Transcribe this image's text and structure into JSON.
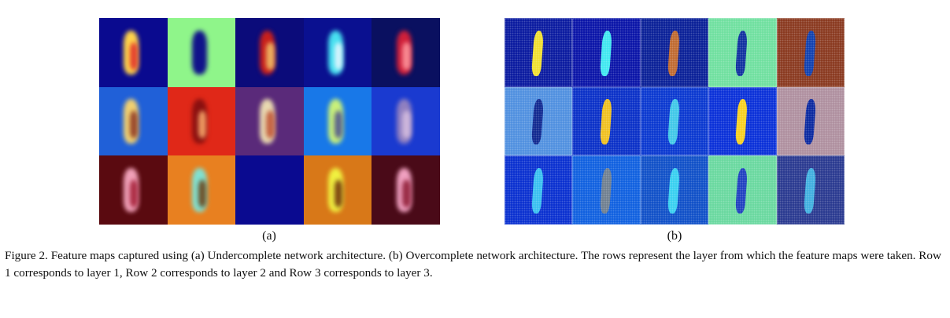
{
  "figure": {
    "panel_a": {
      "label": "(a)",
      "tiles": [
        {
          "bg": "#0a0a8f",
          "fg": [
            "#ffd34a",
            "#e0282a"
          ],
          "style": "blur"
        },
        {
          "bg": "#8ff58a",
          "fg": [
            "#10128a"
          ],
          "style": "blur"
        },
        {
          "bg": "#0b0b7a",
          "fg": [
            "#c8201c",
            "#f2c76a"
          ],
          "style": "blur"
        },
        {
          "bg": "#0a1090",
          "fg": [
            "#48e0f0",
            "#f0f8ff"
          ],
          "style": "blur"
        },
        {
          "bg": "#0a1060",
          "fg": [
            "#d0203a",
            "#ff9aa0"
          ],
          "style": "blur"
        },
        {
          "bg": "#2060d8",
          "fg": [
            "#f0d070",
            "#8a3020"
          ],
          "style": "blur"
        },
        {
          "bg": "#e02818",
          "fg": [
            "#8a1010",
            "#ffb070"
          ],
          "style": "blur"
        },
        {
          "bg": "#5a2a7a",
          "fg": [
            "#e8d8b0",
            "#c05030"
          ],
          "style": "blur"
        },
        {
          "bg": "#1878e8",
          "fg": [
            "#c8f07a",
            "#4a4a90"
          ],
          "style": "blur"
        },
        {
          "bg": "#1a3ad0",
          "fg": [
            "#9080c0",
            "#d8c0e0"
          ],
          "style": "blur"
        },
        {
          "bg": "#5a0a10",
          "fg": [
            "#f0a0b8",
            "#a01830"
          ],
          "style": "blur"
        },
        {
          "bg": "#e88020",
          "fg": [
            "#80e0d0",
            "#6a3a10"
          ],
          "style": "blur"
        },
        {
          "bg": "#0a0a90",
          "fg": [],
          "style": "blur"
        },
        {
          "bg": "#d87818",
          "fg": [
            "#f0f040",
            "#6a2a0a"
          ],
          "style": "blur"
        },
        {
          "bg": "#4a0a18",
          "fg": [
            "#f0a0c0",
            "#8a1830"
          ],
          "style": "blur"
        }
      ]
    },
    "panel_b": {
      "label": "(b)",
      "tiles": [
        {
          "bg": "#0a1aa0",
          "fg": [
            "#f0e030"
          ],
          "style": "dotted"
        },
        {
          "bg": "#0a14a8",
          "fg": [
            "#40e8f0"
          ],
          "style": "dotted"
        },
        {
          "bg": "#0a2098",
          "fg": [
            "#c06a30"
          ],
          "style": "dotted"
        },
        {
          "bg": "#70e0a0",
          "fg": [
            "#1030a0"
          ],
          "style": "dotted"
        },
        {
          "bg": "#8a3a20",
          "fg": [
            "#1040b0"
          ],
          "style": "dotted"
        },
        {
          "bg": "#5090e0",
          "fg": [
            "#102890"
          ],
          "style": "dotted"
        },
        {
          "bg": "#0a30c8",
          "fg": [
            "#f0c020"
          ],
          "style": "dotted"
        },
        {
          "bg": "#0a38d0",
          "fg": [
            "#40c8e8"
          ],
          "style": "dotted"
        },
        {
          "bg": "#0a30d8",
          "fg": [
            "#f8d020"
          ],
          "style": "dotted"
        },
        {
          "bg": "#b090a0",
          "fg": [
            "#0a28a0"
          ],
          "style": "dotted"
        },
        {
          "bg": "#0a30d0",
          "fg": [
            "#38c0f0"
          ],
          "style": "dotted"
        },
        {
          "bg": "#1060e0",
          "fg": [
            "#708090"
          ],
          "style": "dotted"
        },
        {
          "bg": "#1050c8",
          "fg": [
            "#38d0f0"
          ],
          "style": "dotted"
        },
        {
          "bg": "#6ad8a0",
          "fg": [
            "#2040c0"
          ],
          "style": "dotted"
        },
        {
          "bg": "#2a3a90",
          "fg": [
            "#40b0e0"
          ],
          "style": "dotted"
        }
      ]
    },
    "caption": "Figure 2. Feature maps captured using (a) Undercomplete network architecture. (b) Overcomplete network architecture. The rows represent the layer from which the feature maps were taken. Row 1 corresponds to layer 1, Row 2 corresponds to layer 2 and Row 3 corresponds to layer 3."
  }
}
